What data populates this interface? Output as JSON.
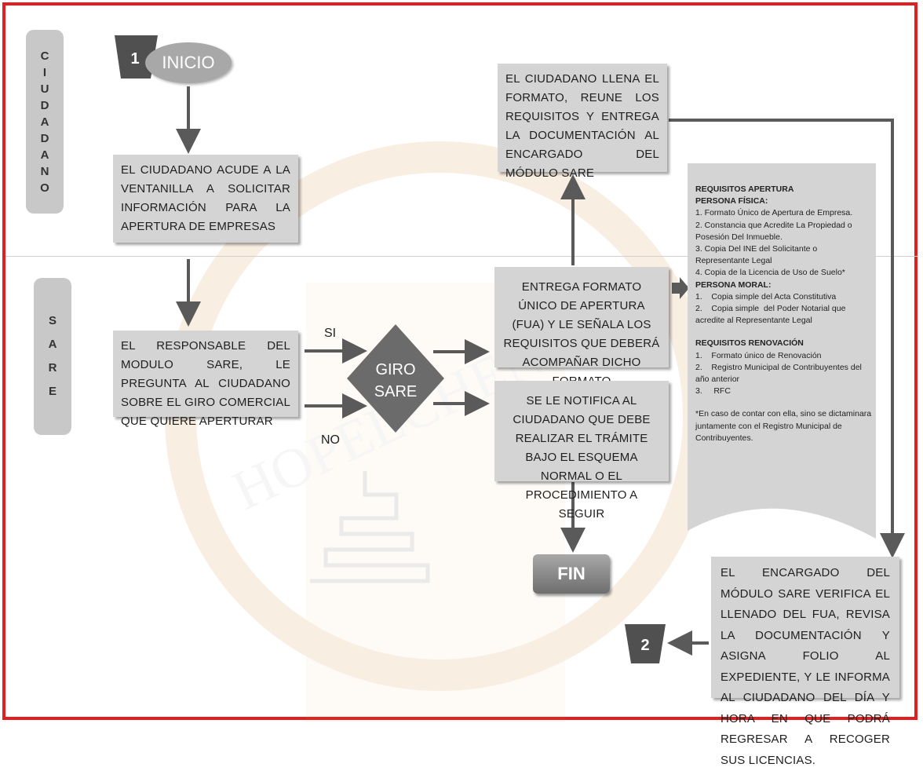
{
  "lanes": {
    "ciudadano": [
      "C",
      "I",
      "U",
      "D",
      "A",
      "D",
      "A",
      "N",
      "O"
    ],
    "sare": [
      "S",
      "A",
      "R",
      "E"
    ]
  },
  "start": {
    "number": "1",
    "label": "INICIO"
  },
  "boxes": {
    "acude": "EL CIUDADANO ACUDE A LA VENTANILLA A SOLICITAR INFORMACIÓN PARA LA APERTURA DE EMPRESAS",
    "responsable": "EL RESPONSABLE DEL MODULO SARE, LE PREGUNTA AL CIUDADANO SOBRE EL GIRO COMERCIAL QUE QUIERE APERTURAR",
    "llena": "EL CIUDADANO LLENA EL FORMATO, REUNE LOS REQUISITOS Y ENTREGA LA DOCUMENTACIÓN AL ENCARGADO DEL MÓDULO SARE",
    "entrega": "ENTREGA FORMATO ÚNICO DE APERTURA (FUA) Y LE SEÑALA LOS REQUISITOS QUE DEBERÁ ACOMPAÑAR DICHO FORMATO",
    "notifica": "SE LE NOTIFICA AL CIUDADANO QUE DEBE REALIZAR EL TRÁMITE BAJO EL ESQUEMA NORMAL O EL PROCEDIMIENTO A SEGUIR",
    "verifica": "EL ENCARGADO DEL MÓDULO SARE VERIFICA EL LLENADO DEL FUA, REVISA LA DOCUMENTACIÓN Y ASIGNA FOLIO AL EXPEDIENTE, Y LE INFORMA AL CIUDADANO DEL DÍA Y HORA EN QUE PODRÁ REGRESAR A RECOGER SUS LICENCIAS."
  },
  "decision": {
    "line1": "GIRO",
    "line2": "SARE",
    "yes": "SI",
    "no": "NO"
  },
  "end": "FIN",
  "next_connector": "2",
  "watermark": "HOPELCHEN",
  "requisitos": {
    "apertura_title": "REQUISITOS APERTURA",
    "fisica_title": "PERSONA FÍSICA:",
    "fisica_items": [
      "1. Formato Único de Apertura de Empresa.",
      "2. Constancia que Acredite La Propiedad o Posesión Del Inmueble.",
      "3. Copia Del INE del Solicitante o Representante Legal",
      "4. Copia de la Licencia de Uso de Suelo*"
    ],
    "moral_title": "PERSONA MORAL:",
    "moral_items": [
      "1.    Copia simple del Acta Constitutiva",
      "2.    Copia simple  del Poder Notarial que acredite al Representante Legal"
    ],
    "renovacion_title": "REQUISITOS RENOVACIÓN",
    "renovacion_items": [
      "1.    Formato único de Renovación",
      "2.    Registro Municipal de Contribuyentes del año anterior",
      "3.     RFC"
    ],
    "note": "*En caso de contar con ella, sino se dictaminara juntamente con el Registro Municipal de Contribuyentes."
  },
  "colors": {
    "border": "#e41e1e",
    "box": "#d4d4d4",
    "arrow": "#5a5a5a",
    "diamond": "#6b6b6b",
    "lane": "#c8c8c8"
  }
}
